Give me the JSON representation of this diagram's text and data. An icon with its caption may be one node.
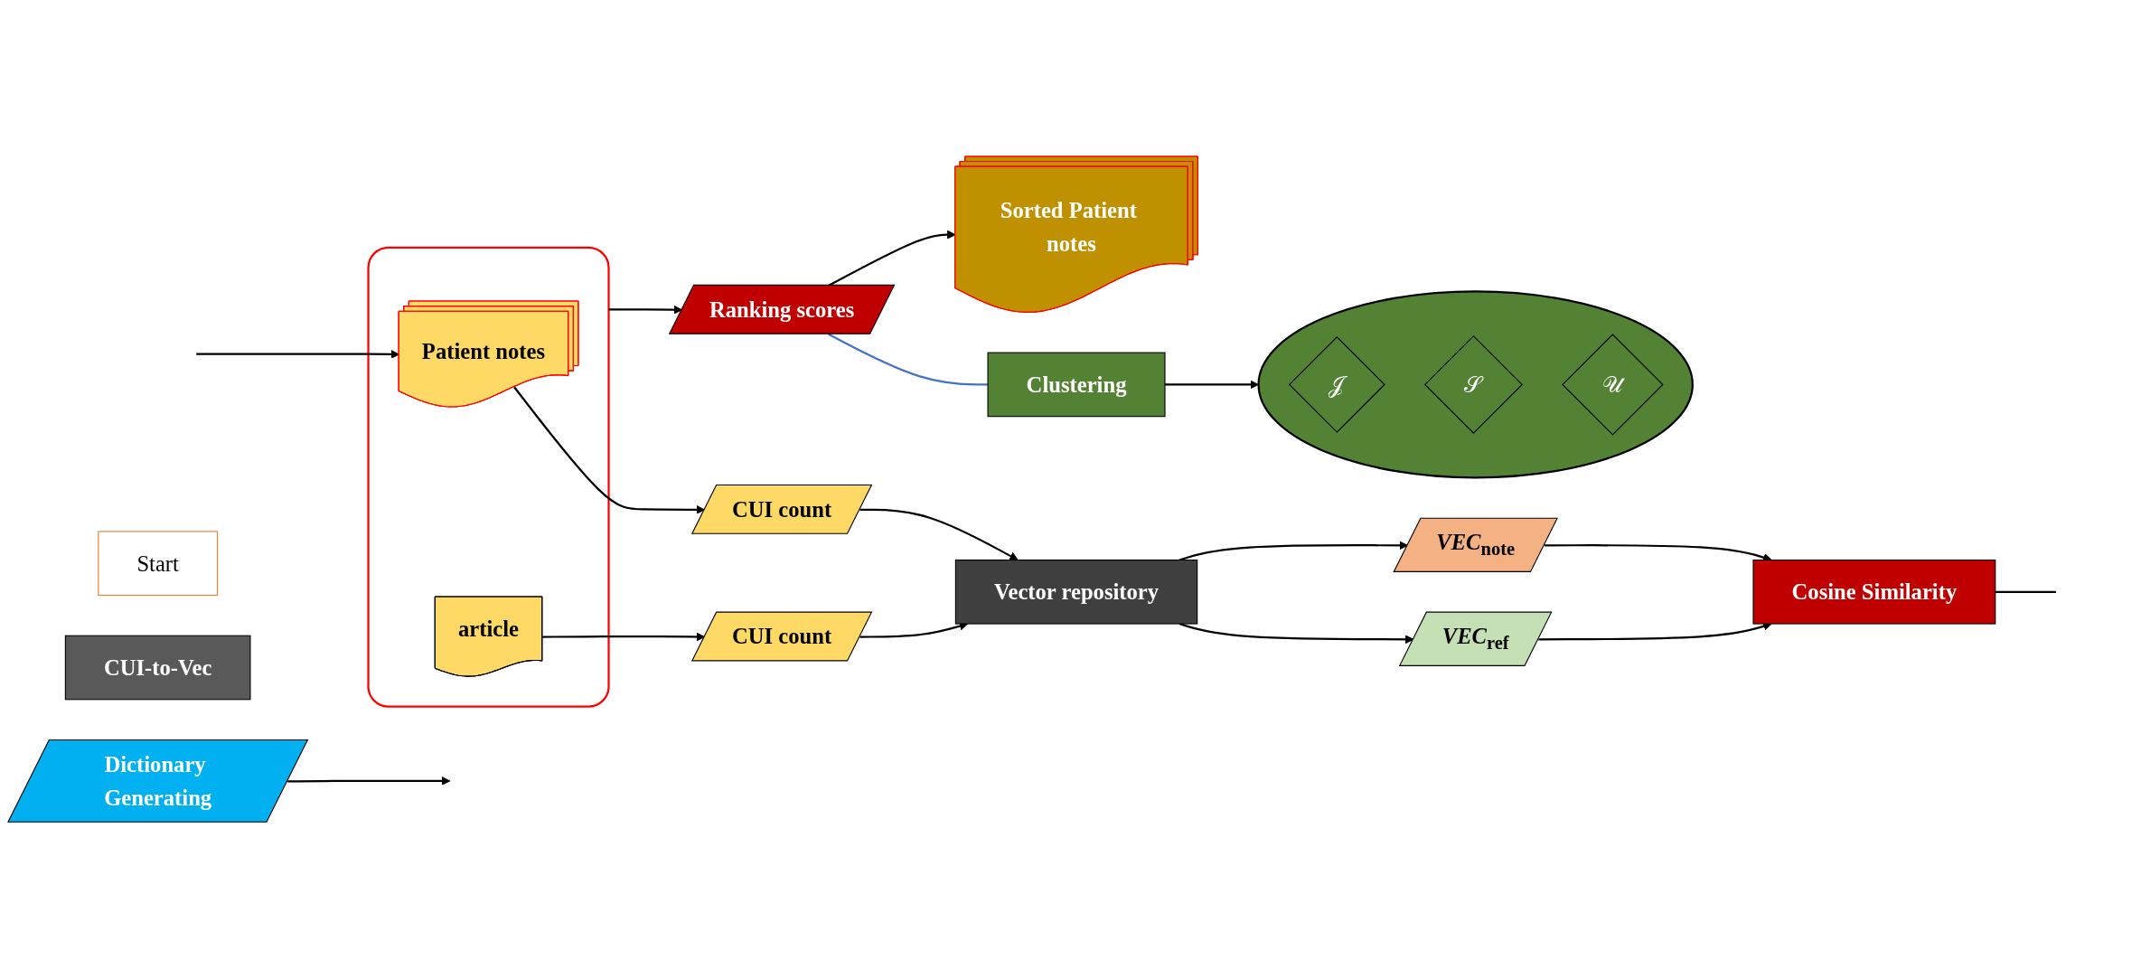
{
  "diagram": {
    "nodes": [
      {
        "text": [],
        "shape": "circle"
      },
      {
        "text": [
          "𝒥"
        ],
        "in": 0
      },
      {
        "text": [
          "𝒮"
        ],
        "in": 0
      },
      {
        "text": [
          "𝒰"
        ],
        "in": 0
      },
      {
        "text": [
          "Sorted Patient notes"
        ]
      },
      {
        "text": [
          "Clustering"
        ]
      },
      {
        "text": [
          "Ranking scores"
        ]
      },
      {
        "text": [
          "Dictionary Generating"
        ]
      },
      {
        "text": [],
        "shape": "box"
      },
      {
        "text": [
          "Patient notes"
        ],
        "in": 8
      },
      {
        "text": [
          "article"
        ],
        "in": 8
      },
      {
        "text": [
          "Start"
        ]
      },
      {
        "text": [
          "CUI-to-Vec"
        ]
      },
      {
        "text": [
          "CUI count"
        ]
      },
      {
        "text": [
          "CUI count"
        ]
      },
      {
        "text": [
          "Vector repository"
        ]
      },
      {
        "text": [
          "*VEC*$_{note}$"
        ]
      },
      {
        "text": [
          "*VEC*$_{ref}$"
        ]
      },
      {
        "text": [
          "Cosine Similarity"
        ]
      }
    ],
    "edges": [
      {
        "from": 5,
        "to": 0,
        "arrow": "to"
      },
      {
        "from": 6,
        "to": 5,
        "arrow": "none",
        "color": "#4472c4"
      },
      {
        "from": 6,
        "to": 4,
        "arrow": "to"
      },
      {
        "from": 8,
        "to": 6,
        "arrow": "to"
      },
      {
        "from": 7,
        "to": null,
        "arrow": "to"
      },
      {
        "from": 9,
        "to": 13,
        "arrow": "to"
      },
      {
        "from": 10,
        "to": 14,
        "arrow": "to"
      },
      {
        "from": 13,
        "to": 15,
        "arrow": "to"
      },
      {
        "from": 14,
        "to": 15,
        "arrow": "to"
      },
      {
        "from": 15,
        "to": 16,
        "arrow": "to"
      },
      {
        "from": 15,
        "to": 17,
        "arrow": "to"
      },
      {
        "from": 16,
        "to": 18,
        "arrow": "to"
      },
      {
        "from": 17,
        "to": 18,
        "arrow": "to"
      },
      {
        "from": 18,
        "to": null,
        "arrow": "none"
      },
      {
        "from": null,
        "to": 9,
        "arrow": "to"
      }
    ]
  }
}
